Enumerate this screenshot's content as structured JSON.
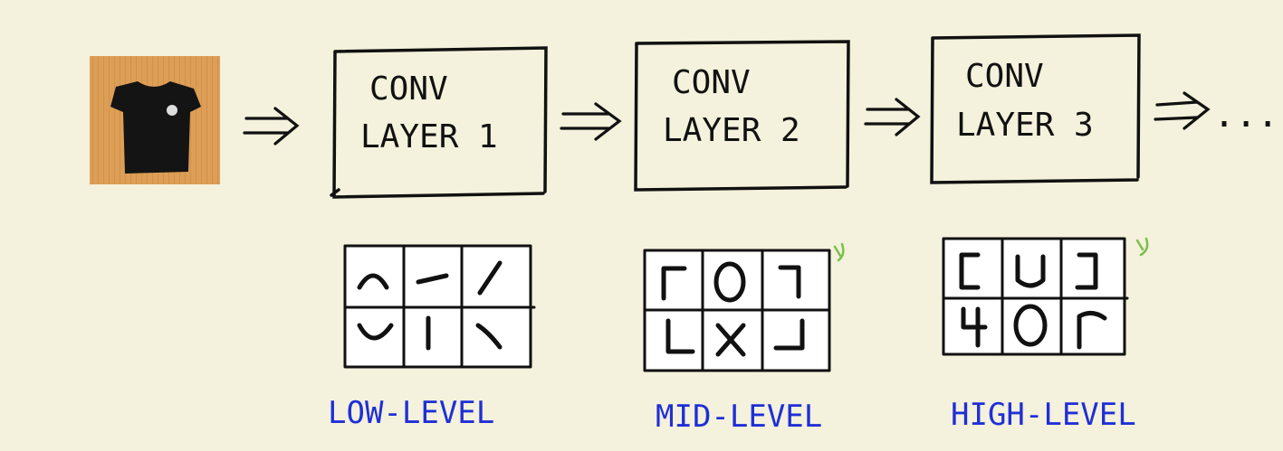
{
  "layers": [
    {
      "line1": "CONV",
      "line2": "LAYER 1"
    },
    {
      "line1": "CONV",
      "line2": "LAYER 2"
    },
    {
      "line1": "CONV",
      "line2": "LAYER 3"
    }
  ],
  "continuation": "...",
  "feature_labels": [
    "LOW-LEVEL",
    "MID-LEVEL",
    "HIGH-LEVEL"
  ],
  "colors": {
    "background": "#f4f1dc",
    "ink": "#111111",
    "label": "#1f2fd6",
    "mark": "#7cc04a"
  },
  "icons": {
    "input": "tshirt-photo",
    "arrow": "double-arrow-icon"
  }
}
